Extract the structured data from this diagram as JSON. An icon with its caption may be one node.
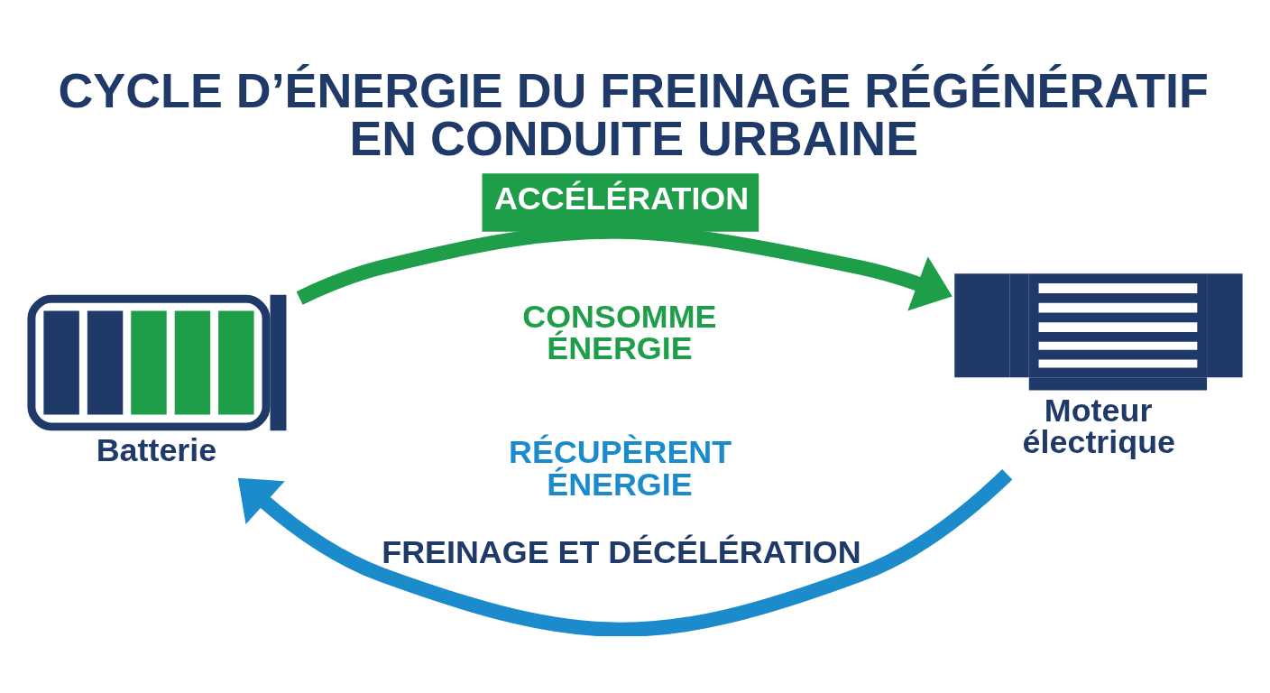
{
  "diagram": {
    "title": "CYCLE D’ÉNERGIE DU FREINAGE RÉGÉNÉRATIF EN CONDUITE URBAINE",
    "nodes": [
      {
        "text": [
          "Batterie"
        ]
      },
      {
        "text": [
          "Moteur électrique"
        ]
      }
    ],
    "edges": [
      {
        "from": 0,
        "to": 1,
        "arrow": "to",
        "label": "ACCÉLÉRATION",
        "color": "#1e9e48"
      },
      {
        "from": 1,
        "to": 0,
        "arrow": "to",
        "label": "FREINAGE ET DÉCÉLÉRATION",
        "color": "#1b8bcc"
      }
    ],
    "labels": [
      "CONSOMME ÉNERGIE",
      "RÉCUPÈRENT ÉNERGIE"
    ]
  }
}
